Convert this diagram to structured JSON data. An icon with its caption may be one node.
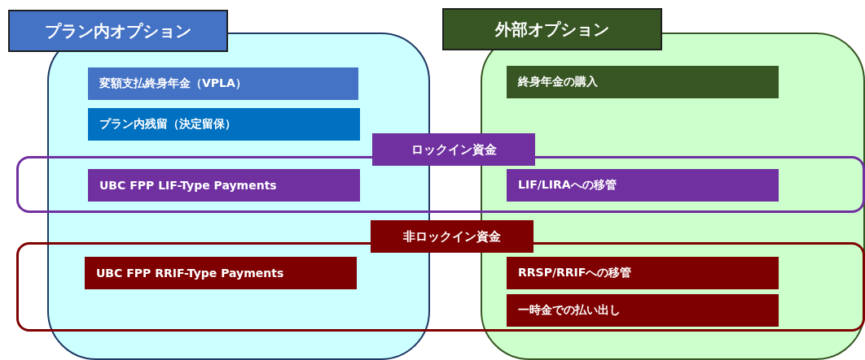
{
  "diagram": {
    "nodes": [
      {
        "text": [
          "プラン内オプション"
        ]
      },
      {
        "text": [
          "変額支払終身年金（VPLA）"
        ],
        "in": 0
      },
      {
        "text": [
          "プラン内残留（決定留保）"
        ],
        "in": 0
      },
      {
        "text": [
          "外部オプション"
        ]
      },
      {
        "text": [
          "終身年金の購入"
        ],
        "in": 3
      },
      {
        "text": [
          "ロックイン資金"
        ]
      },
      {
        "text": [
          "UBC FPP LIF-Type Payments"
        ]
      },
      {
        "text": [
          "LIF/LIRAへの移管"
        ]
      },
      {
        "text": [
          "非ロックイン資金"
        ]
      },
      {
        "text": [
          "UBC FPP RRIF-Type Payments"
        ]
      },
      {
        "text": [
          "RRSP/RRIFへの移管"
        ]
      },
      {
        "text": [
          "一時金での払い出し"
        ]
      }
    ]
  }
}
